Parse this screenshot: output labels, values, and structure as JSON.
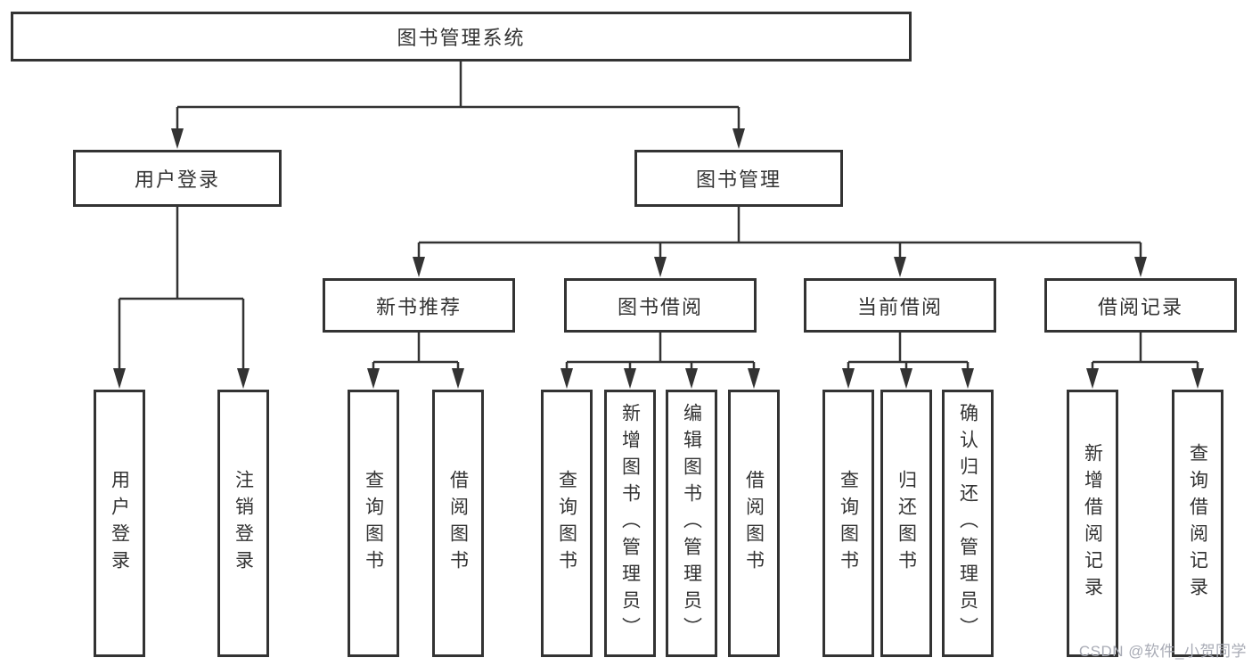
{
  "tree": {
    "root": "图书管理系统",
    "branches": {
      "user_login": {
        "label": "用户登录",
        "children": [
          "用户登录",
          "注销登录"
        ]
      },
      "book_management": {
        "label": "图书管理"
      }
    },
    "sections": {
      "new_book": {
        "label": "新书推荐",
        "children": [
          "查询图书",
          "借阅图书"
        ]
      },
      "book_borrow": {
        "label": "图书借阅",
        "children": [
          "查询图书",
          "新增图书（管理员）",
          "编辑图书（管理员）",
          "借阅图书"
        ]
      },
      "current_borrow": {
        "label": "当前借阅",
        "children": [
          "查询图书",
          "归还图书",
          "确认归还（管理员）"
        ]
      },
      "borrow_record": {
        "label": "借阅记录",
        "children": [
          "新增借阅记录",
          "查询借阅记录"
        ]
      }
    }
  },
  "watermark": "CSDN @软件_小贺同学",
  "colors": {
    "line": "#333333",
    "text": "#333333",
    "watermark": "#a8abb5",
    "background": "#ffffff"
  }
}
